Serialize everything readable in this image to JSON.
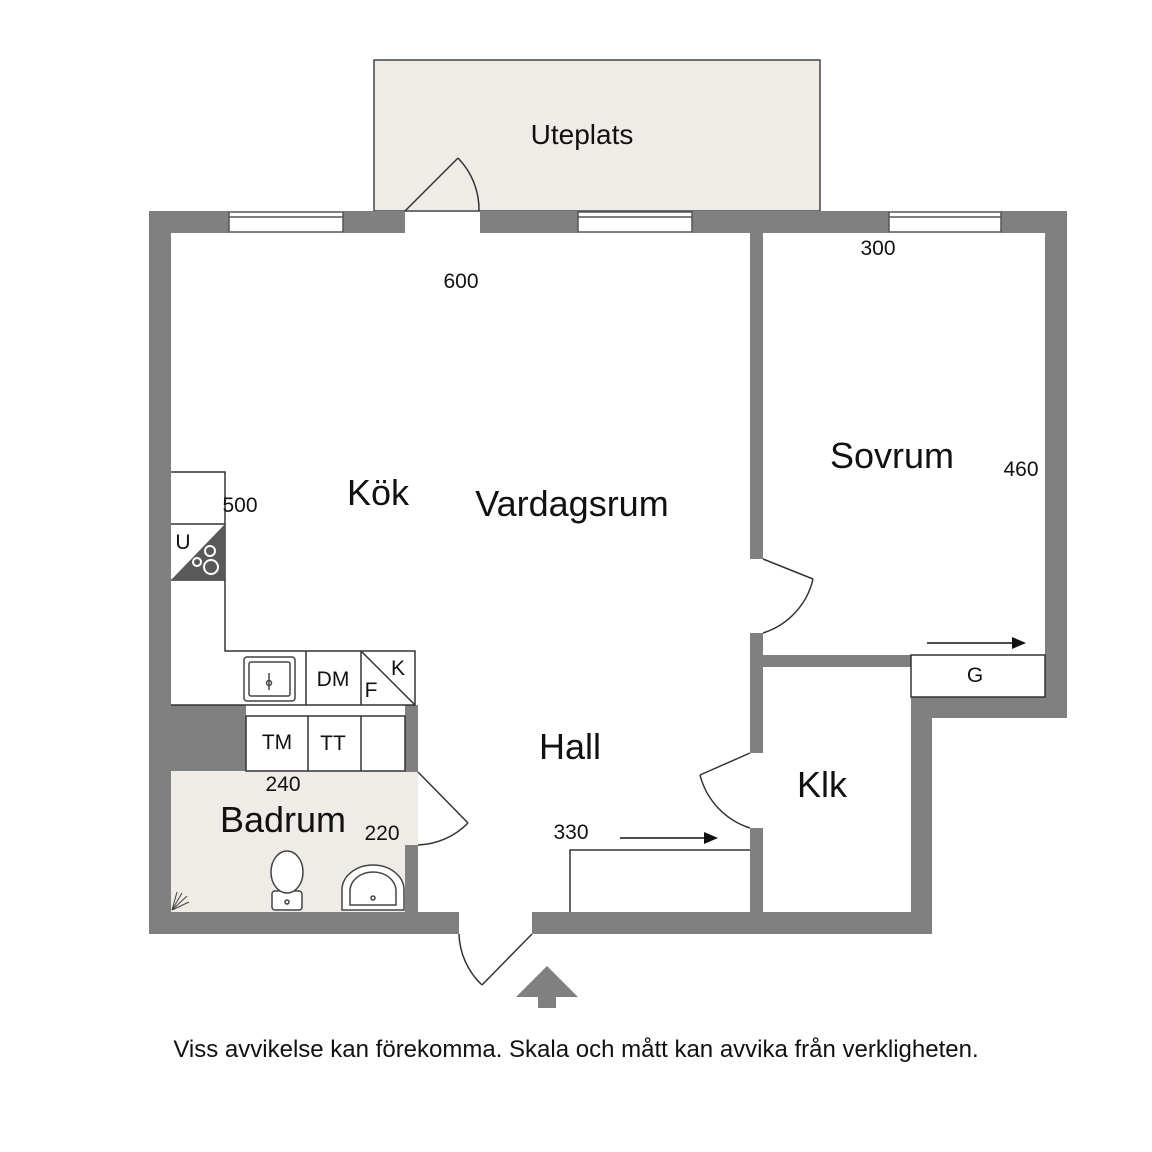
{
  "rooms": {
    "uteplats": "Uteplats",
    "kok": "Kök",
    "vardagsrum": "Vardagsrum",
    "sovrum": "Sovrum",
    "hall": "Hall",
    "klk": "Klk",
    "badrum": "Badrum"
  },
  "dimensions": {
    "living_width": "600",
    "bedroom_width": "300",
    "kitchen_depth": "500",
    "bedroom_depth": "460",
    "bath_width": "240",
    "bath_depth": "220",
    "hall_width": "330"
  },
  "fixtures": {
    "stove": "U",
    "dishwasher": "DM",
    "freezer": "F",
    "fridge": "K",
    "washer": "TM",
    "dryer": "TT",
    "wardrobe": "G"
  },
  "colors": {
    "wall": "#808080",
    "patio": "#efebe7",
    "bathroom": "#efebe7",
    "line": "#333333"
  },
  "disclaimer": "Viss avvikelse kan förekomma. Skala och mått kan avvika från verkligheten."
}
